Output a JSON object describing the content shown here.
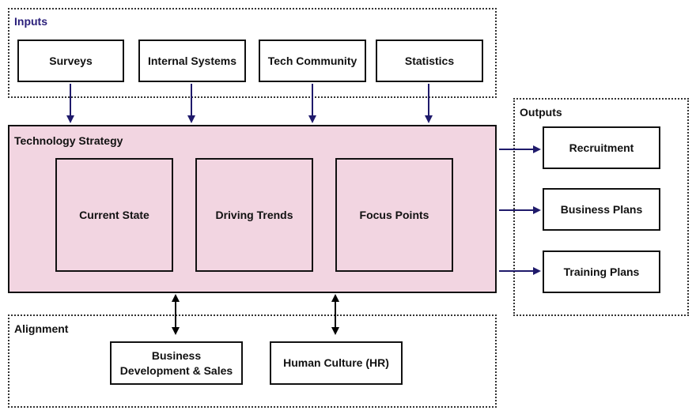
{
  "inputs": {
    "title": "Inputs",
    "items": [
      "Surveys",
      "Internal Systems",
      "Tech Community",
      "Statistics"
    ]
  },
  "strategy": {
    "title": "Technology Strategy",
    "items": [
      "Current State",
      "Driving Trends",
      "Focus Points"
    ]
  },
  "outputs": {
    "title": "Outputs",
    "items": [
      "Recruitment",
      "Business Plans",
      "Training Plans"
    ]
  },
  "alignment": {
    "title": "Alignment",
    "items": [
      "Business Development & Sales",
      "Human Culture (HR)"
    ]
  },
  "colors": {
    "arrow": "#1f1a6b",
    "inputs_label": "#2a1f7a",
    "strategy_fill": "#f2d5e1"
  }
}
